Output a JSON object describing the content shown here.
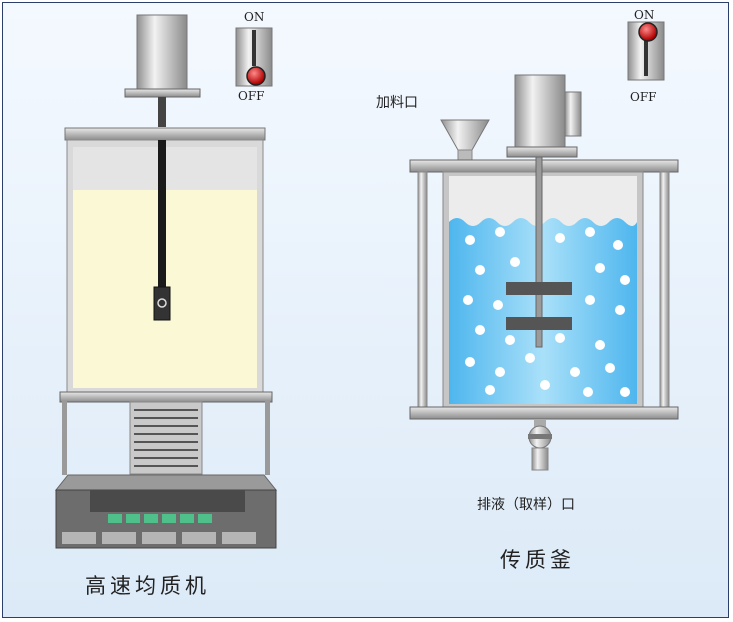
{
  "homogenizer": {
    "caption": "高速均质机",
    "switch": {
      "on_label": "ON",
      "off_label": "OFF",
      "state": "off",
      "indicator_color": "#cc0000"
    }
  },
  "mass_transfer_kettle": {
    "caption": "传质釜",
    "feed_inlet_label": "加料口",
    "drain_label": "排液（取样）口",
    "switch": {
      "on_label": "ON",
      "off_label": "OFF",
      "state": "on",
      "indicator_color": "#cc0000"
    }
  },
  "colors": {
    "cream_liquid": "#fbf8d6",
    "blue_liquid": "#7ccaf2",
    "steel": "#b8b8b8",
    "display_green": "#4fc08a"
  }
}
